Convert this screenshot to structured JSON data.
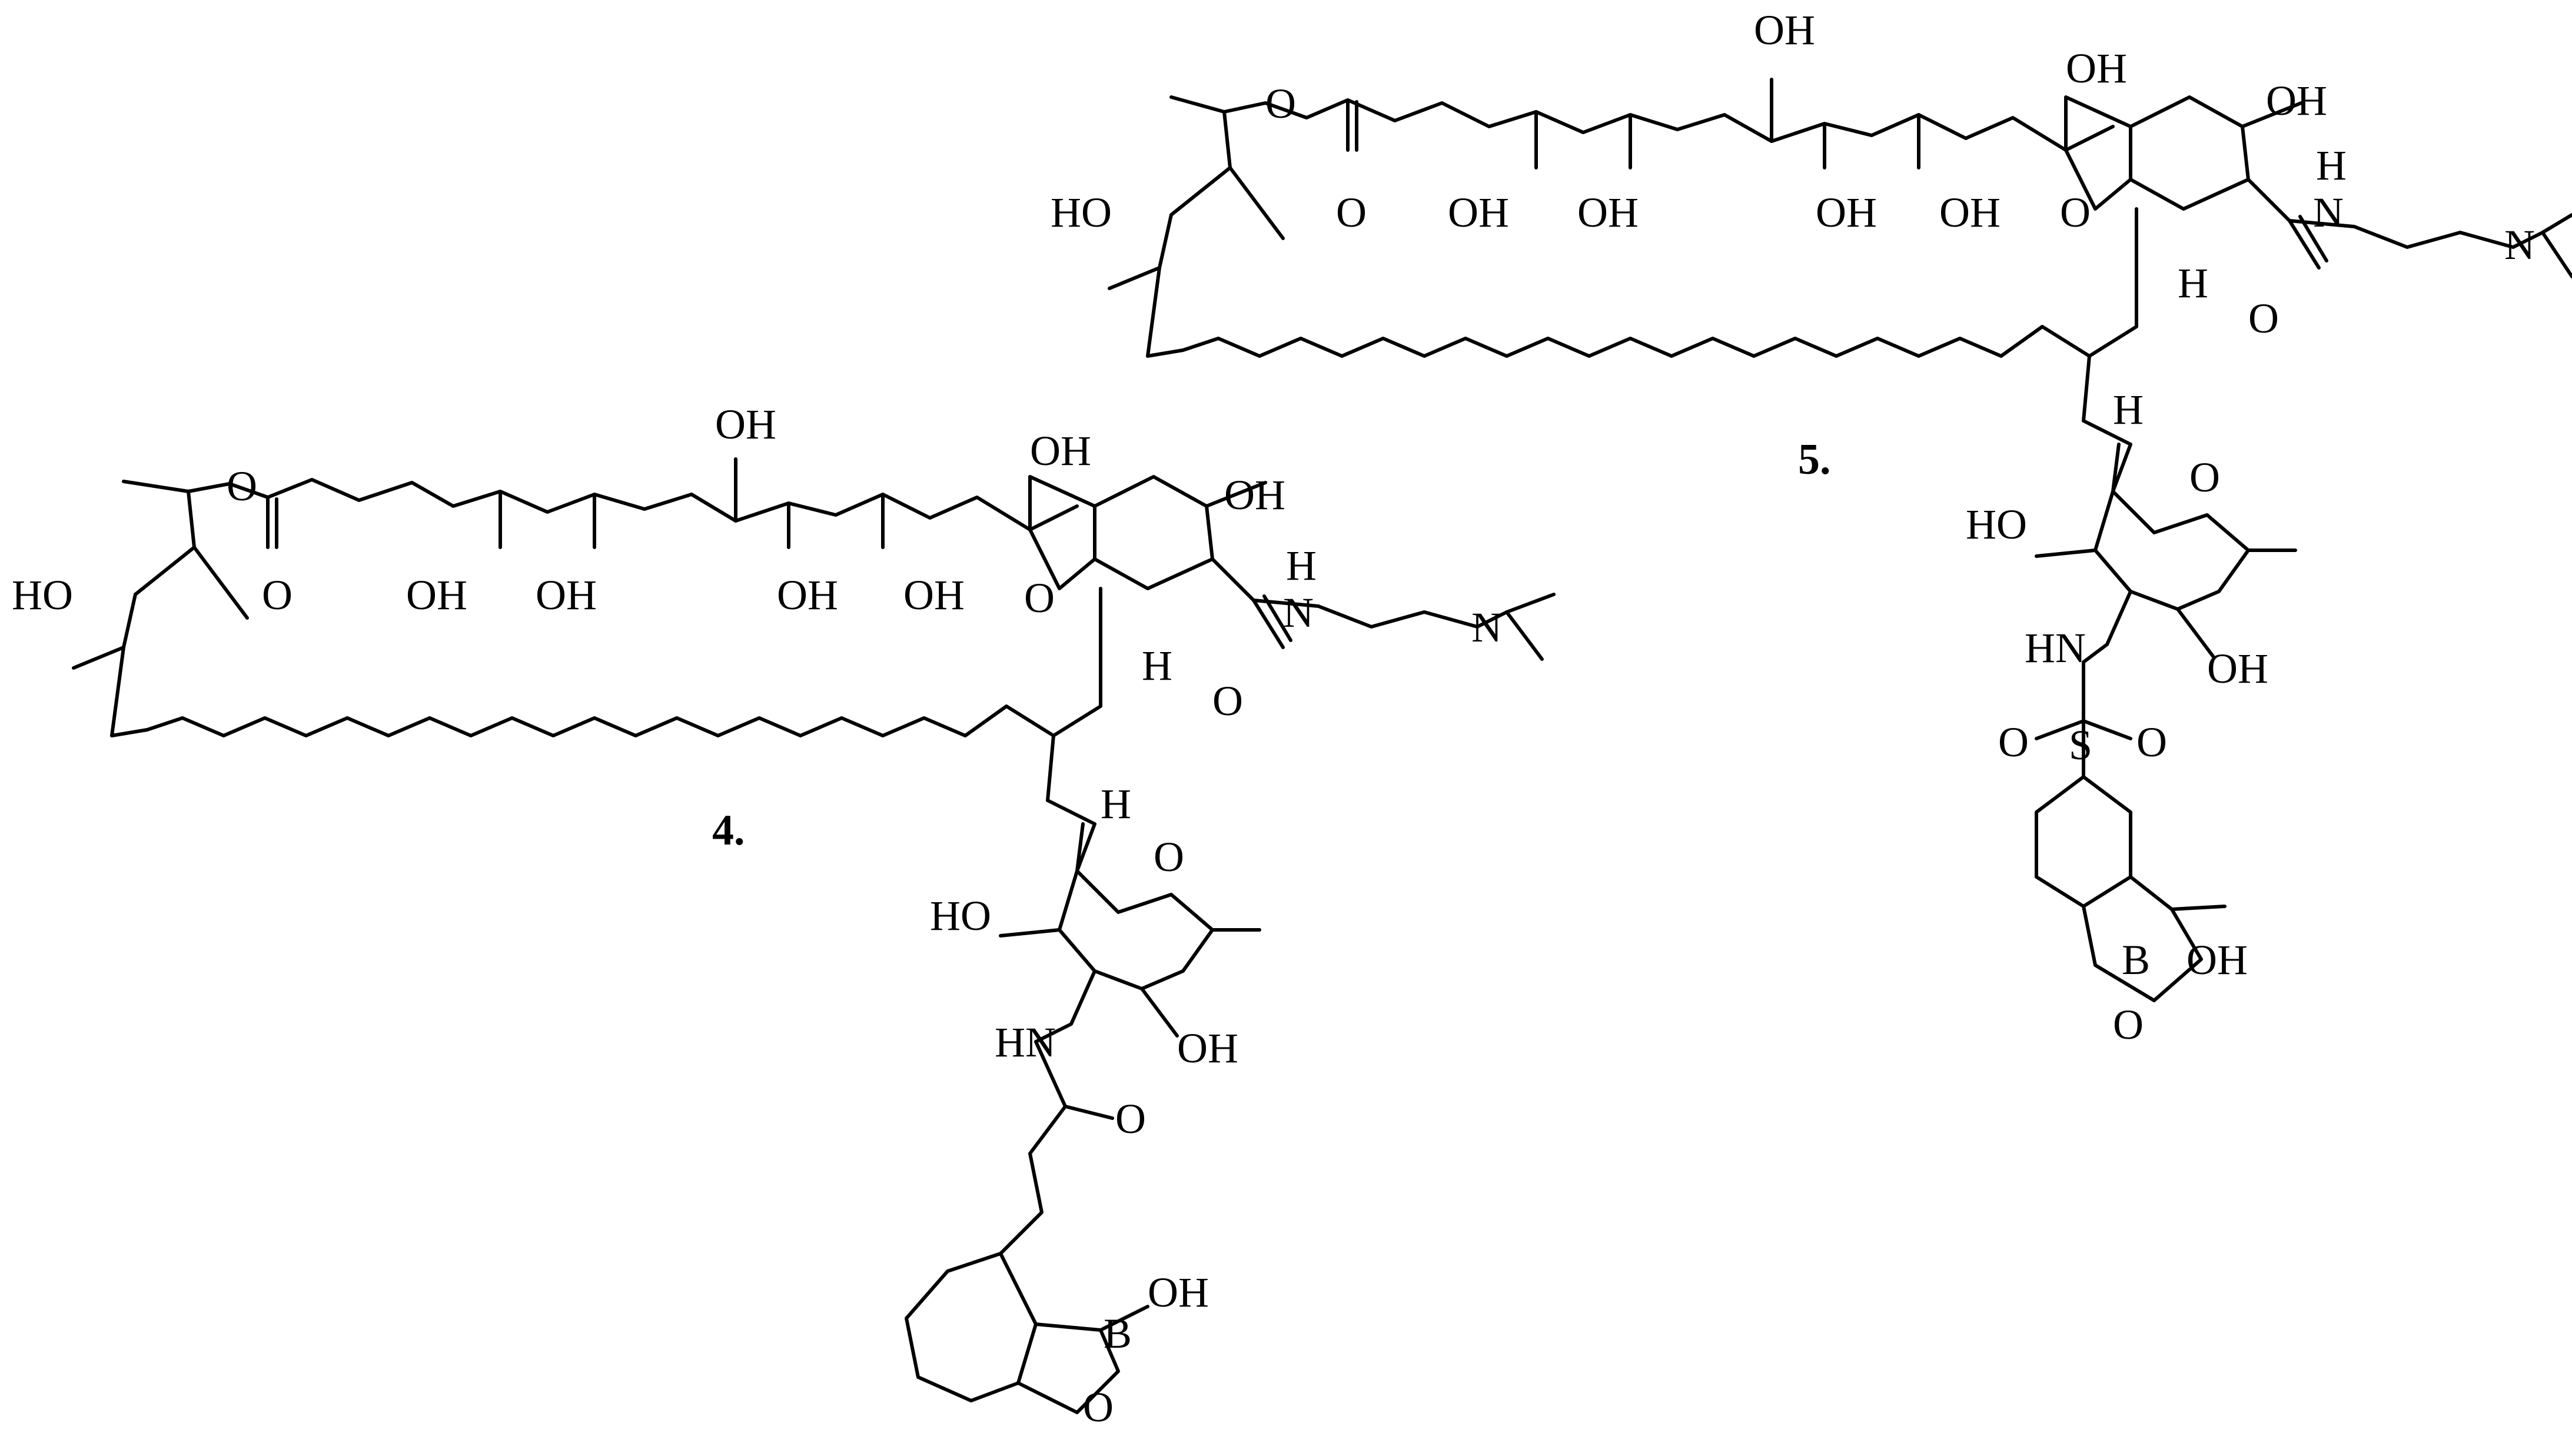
{
  "figure": {
    "background": "#ffffff",
    "ink": "#000000"
  },
  "compounds": [
    {
      "id": "4",
      "number_label": "4.",
      "atom_labels": {
        "oh_upper_center": "OH",
        "oh_pyran_top": "OH",
        "oh_pyran_right": "OH",
        "o_ester": "O",
        "o_carbonyl": "O",
        "oh_chain_1": "OH",
        "oh_chain_2": "OH",
        "oh_chain_3": "OH",
        "oh_chain_4": "OH",
        "ho_left": "HO",
        "o_pyran": "O",
        "h_pyran": "H",
        "o_amide": "O",
        "n_amide": "N",
        "h_amide": "H",
        "n_dimethyl": "N",
        "h_sugar": "H",
        "o_sugar": "O",
        "ho_sugar": "HO",
        "oh_sugar": "OH",
        "hn_sugar": "HN",
        "o_propanamide": "O",
        "b_boron": "B",
        "oh_boron": "OH",
        "o_oxaborole": "O"
      }
    },
    {
      "id": "5",
      "number_label": "5.",
      "atom_labels": {
        "oh_top_1": "OH",
        "oh_pyran_top": "OH",
        "oh_pyran_right": "OH",
        "o_ester": "O",
        "o_carbonyl": "O",
        "oh_chain_1": "OH",
        "oh_chain_2": "OH",
        "oh_chain_3": "OH",
        "oh_chain_4": "OH",
        "ho_left": "HO",
        "o_pyran": "O",
        "h_pyran": "H",
        "h_amide": "H",
        "n_amide": "N",
        "o_amide": "O",
        "n_dimethyl": "N",
        "h_sugar": "H",
        "o_sugar": "O",
        "ho_sugar": "HO",
        "oh_sugar": "OH",
        "hn_sugar": "HN",
        "s_sulfonyl": "S",
        "o_sulfonyl_left": "O",
        "o_sulfonyl_right": "O",
        "b_boron": "B",
        "oh_boron": "OH",
        "o_oxaborole": "O"
      }
    }
  ]
}
